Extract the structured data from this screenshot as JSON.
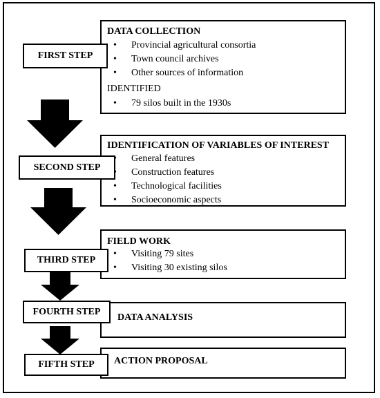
{
  "steps": [
    {
      "label": "FIRST STEP",
      "heading": "DATA COLLECTION",
      "items": [
        "Provincial agricultural consortia",
        "Town council archives",
        "Other sources of information"
      ],
      "subheading": "IDENTIFIED",
      "subitems": [
        "79 silos built in the 1930s"
      ]
    },
    {
      "label": "SECOND STEP",
      "heading": "IDENTIFICATION OF VARIABLES OF INTEREST",
      "items": [
        "General features",
        "Construction features",
        "Technological facilities",
        "Socioeconomic aspects"
      ]
    },
    {
      "label": "THIRD STEP",
      "heading": "FIELD WORK",
      "items": [
        "Visiting 79 sites",
        "Visiting 30 existing silos"
      ]
    },
    {
      "label": "FOURTH STEP",
      "heading": "DATA ANALYSIS"
    },
    {
      "label": "FIFTH STEP",
      "heading": "ACTION PROPOSAL"
    }
  ]
}
